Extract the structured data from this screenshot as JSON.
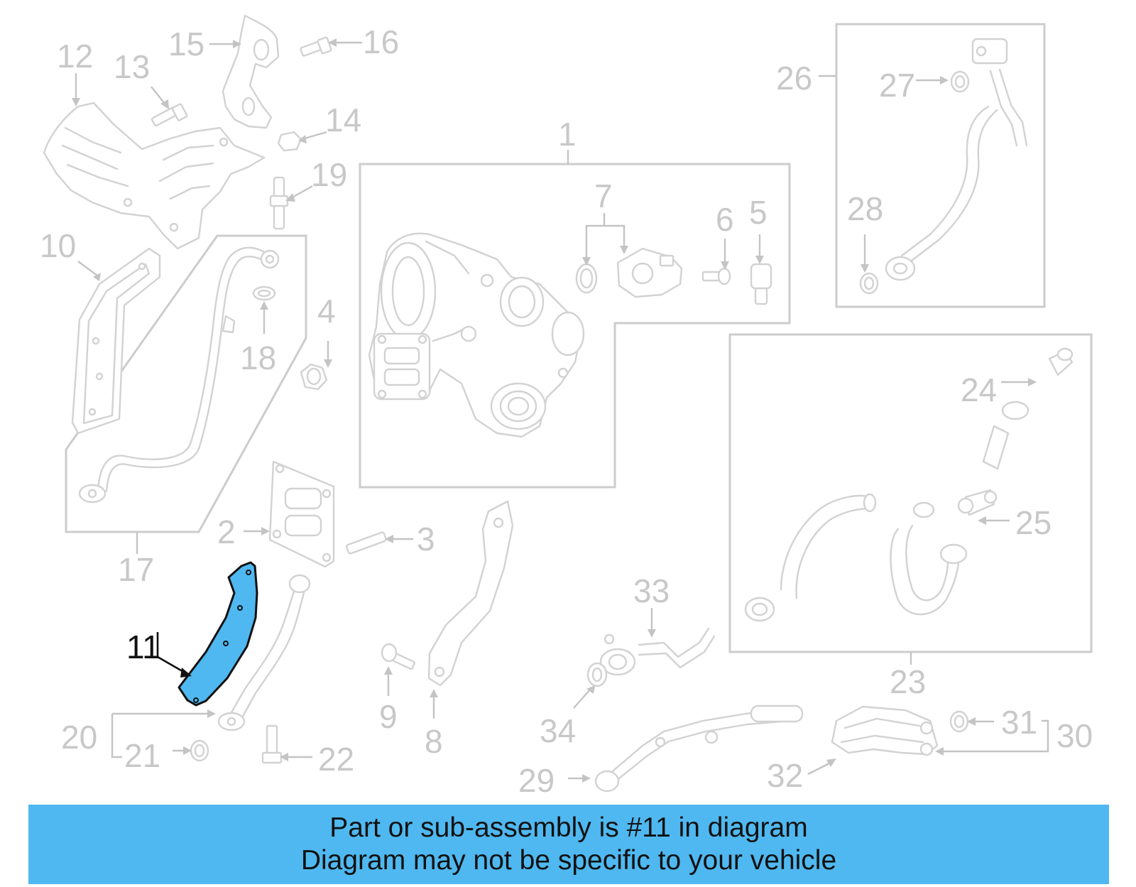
{
  "diagram": {
    "highlight_color": "#4fb8f0",
    "highlighted_part": "11",
    "callouts": {
      "c1": "1",
      "c2": "2",
      "c3": "3",
      "c4": "4",
      "c5": "5",
      "c6": "6",
      "c7": "7",
      "c8": "8",
      "c9": "9",
      "c10": "10",
      "c11": "11",
      "c12": "12",
      "c13": "13",
      "c14": "14",
      "c15": "15",
      "c16": "16",
      "c17": "17",
      "c18": "18",
      "c19": "19",
      "c20": "20",
      "c21": "21",
      "c22": "22",
      "c23": "23",
      "c24": "24",
      "c25": "25",
      "c26": "26",
      "c27": "27",
      "c28": "28",
      "c29": "29",
      "c30": "30",
      "c31": "31",
      "c32": "32",
      "c33": "33",
      "c34": "34"
    }
  },
  "banner": {
    "line1": "Part or sub-assembly is #11 in diagram",
    "line2": "Diagram may not be specific to your vehicle",
    "color": "#4fb8f0"
  }
}
